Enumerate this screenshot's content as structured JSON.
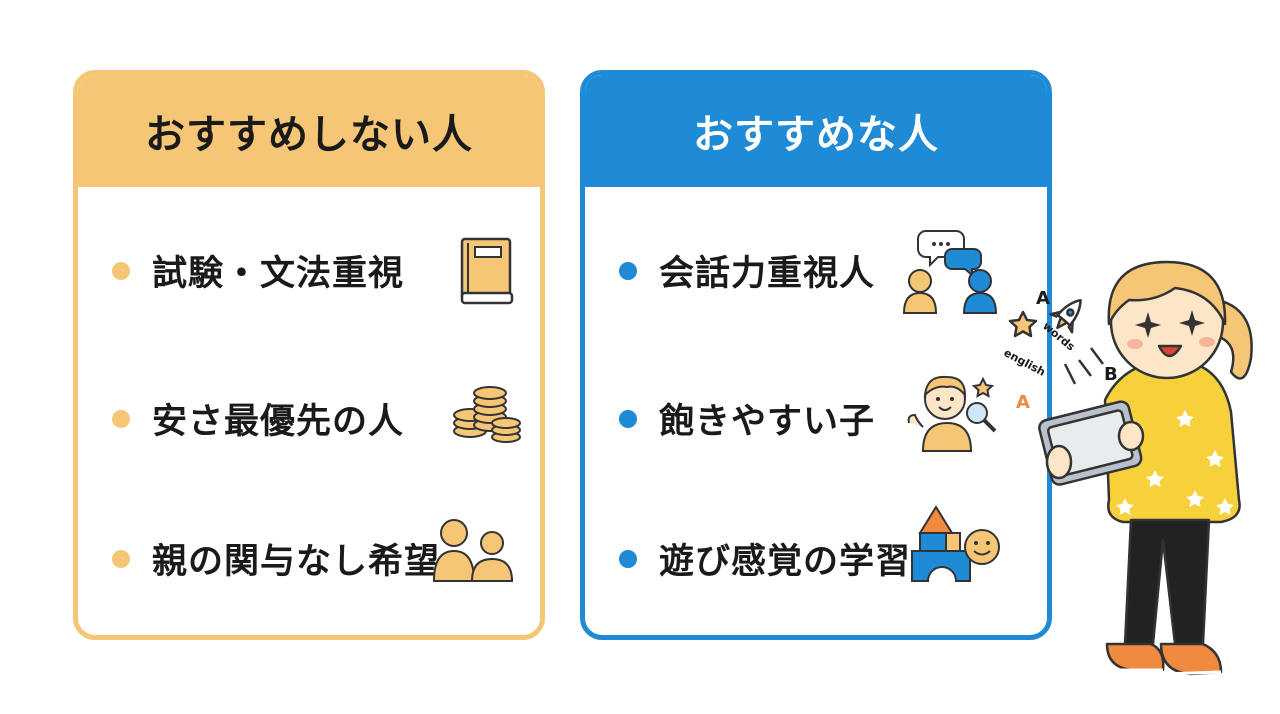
{
  "left_card": {
    "title": "おすすめしない人",
    "items": [
      {
        "label": "試験・文法重視",
        "icon": "book-icon"
      },
      {
        "label": "安さ最優先の人",
        "icon": "coins-icon"
      },
      {
        "label": "親の関与なし希望",
        "icon": "people-icon"
      }
    ]
  },
  "right_card": {
    "title": "おすすめな人",
    "items": [
      {
        "label": "会話力重視人",
        "icon": "conversation-icon"
      },
      {
        "label": "飽きやすい子",
        "icon": "curious-child-icon"
      },
      {
        "label": "遊び感覚の学習",
        "icon": "toy-blocks-icon"
      }
    ]
  },
  "illustration": {
    "floating_text": [
      "A",
      "B",
      "A",
      "words",
      "english"
    ]
  },
  "colors": {
    "orange": "#f6c677",
    "blue": "#1f8ad6",
    "text": "#1a1a1a"
  }
}
